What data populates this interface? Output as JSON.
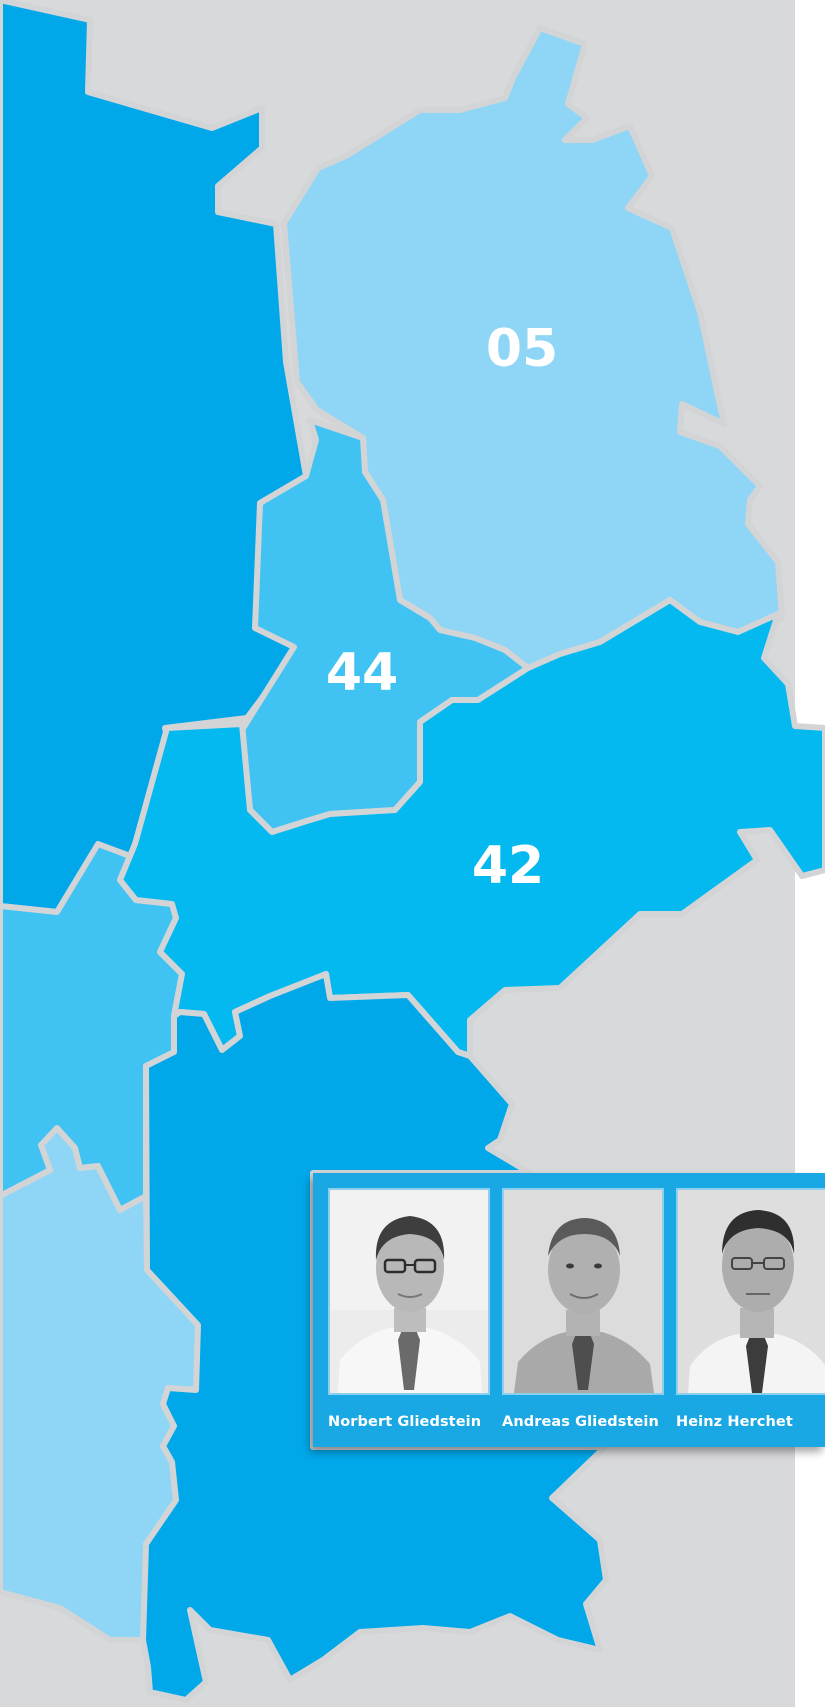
{
  "colors": {
    "background_gray": "#d8d9db",
    "border_gray": "#d3d4d6",
    "region_dark_blue": "#00a8ea",
    "region_light_blue": "#8fd5f5",
    "region_mid_blue": "#40c3f3",
    "region_bright_blue": "#04b9f0",
    "card_blue": "#1aa8e4",
    "label_white": "#ffffff"
  },
  "map": {
    "regions": [
      {
        "id": "05",
        "label": "05",
        "shade": "light"
      },
      {
        "id": "44",
        "label": "44",
        "shade": "mid"
      },
      {
        "id": "42",
        "label": "42",
        "shade": "bright"
      }
    ]
  },
  "team": {
    "members": [
      {
        "name": "Norbert Gliedstein",
        "photo_icon": "portrait-photo"
      },
      {
        "name": "Andreas Gliedstein",
        "photo_icon": "portrait-photo"
      },
      {
        "name": "Heinz Herchet",
        "photo_icon": "portrait-photo"
      }
    ]
  }
}
